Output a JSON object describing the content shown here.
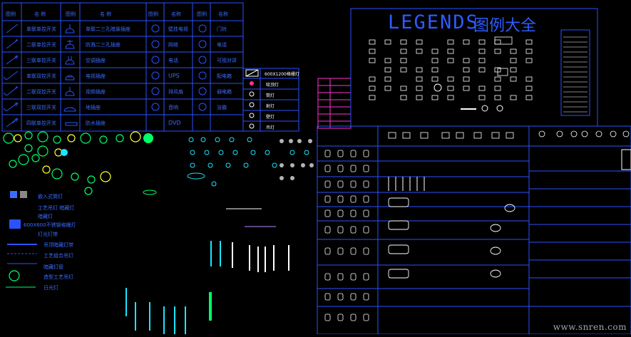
{
  "legend_table": {
    "headers": [
      "图例",
      "名  称",
      "图例",
      "名  称",
      "图例",
      "名称",
      "图例",
      "名称"
    ],
    "rows": [
      [
        "单联单控开关",
        "单联二三孔暗装插座",
        "壁挂电视",
        "门铃"
      ],
      [
        "二联单控开关",
        "防溅二三孔插座",
        "网络",
        "电话"
      ],
      [
        "三联单控开关",
        "空调插座",
        "电话",
        "可视对讲"
      ],
      [
        "单联双控开关",
        "电视插座",
        "UPS",
        "配电箱"
      ],
      [
        "二联双控开关",
        "视频插座",
        "排风扇",
        "弱电箱"
      ],
      [
        "三联双控开关",
        "地插座",
        "音响",
        "浴霸"
      ],
      [
        "四联单控开关",
        "防水插座",
        "DVD",
        ""
      ]
    ]
  },
  "mini_legend": {
    "header": "600X1200格栅灯",
    "rows": [
      "吸顶灯",
      "筒灯",
      "射灯",
      "壁灯",
      "吊灯"
    ]
  },
  "legends_panel": {
    "title": "LEGENDS",
    "title_cn": "图例大全"
  },
  "light_legend": {
    "items": [
      "嵌入式筒灯",
      "工艺吊灯 暗藏灯",
      "暗藏灯",
      "600X600不锈钢格栅灯",
      "灯光灯带",
      "吊顶暗藏灯带",
      "工艺组合吊灯",
      "暗藏灯管",
      "造型工艺吊灯",
      "日光灯"
    ]
  },
  "watermark": "www.snren.com",
  "colors": {
    "background": "#000000",
    "line": "#2a52ff",
    "symbol_green": "#00ff66",
    "symbol_cyan": "#19e6ff",
    "symbol_white": "#ffffff",
    "symbol_yellow": "#ffff33"
  }
}
